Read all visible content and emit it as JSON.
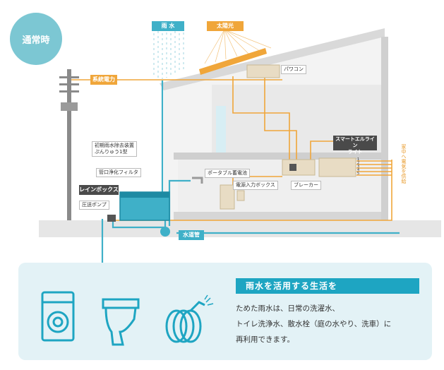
{
  "badge": "通常時",
  "tags": {
    "rain": "雨 水",
    "sun": "太陽光",
    "grid_power": "系統電力",
    "rain_box": "レインボックス",
    "water_pipe": "水道管",
    "smart_light": "スマートエルライン\nライト"
  },
  "labels": {
    "power_conditioner": "パワコン",
    "first_flush": "初期雨水除去装置\nぷんりゅう1型",
    "filter": "管口浄化フィルタ",
    "pump": "圧送ポンプ",
    "portable_battery": "ポータブル蓄電池",
    "power_input_box": "電源入力ボックス",
    "breaker": "ブレーカー",
    "house_supply": "家中へ電気を供給",
    "circuit_numbers": "1\n2\n3\n4\n5"
  },
  "info": {
    "title": "雨水を活用する生活を",
    "lines": [
      "ためた雨水は、日常の洗濯水、",
      "トイレ洗浄水、散水栓（庭の水やり、洗車）に",
      "再利用できます。"
    ]
  },
  "colors": {
    "water": "#3fb0c8",
    "power": "#f0a63a",
    "badge": "#7cc7d3",
    "panel": "#e3f2f6"
  },
  "icons": [
    "washing-machine-icon",
    "toilet-icon",
    "hose-icon"
  ]
}
